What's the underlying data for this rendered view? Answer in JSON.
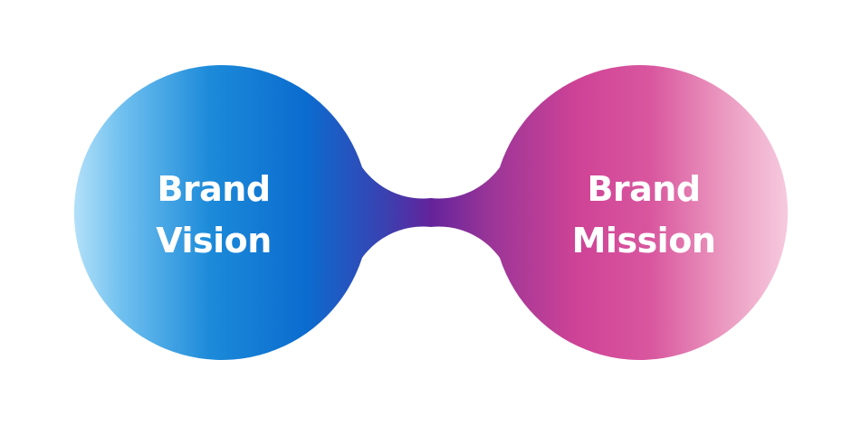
{
  "diagram": {
    "left": {
      "line1": "Brand",
      "line2": "Vision"
    },
    "right": {
      "line1": "Brand",
      "line2": "Mission"
    }
  },
  "colors": {
    "gradient": [
      "#bfe6fb",
      "#1e8ed8",
      "#0a6fd0",
      "#5a2aa3",
      "#b43c95",
      "#d84696",
      "#f6c9de"
    ],
    "label_text": "#ffffff",
    "background": "#ffffff"
  }
}
